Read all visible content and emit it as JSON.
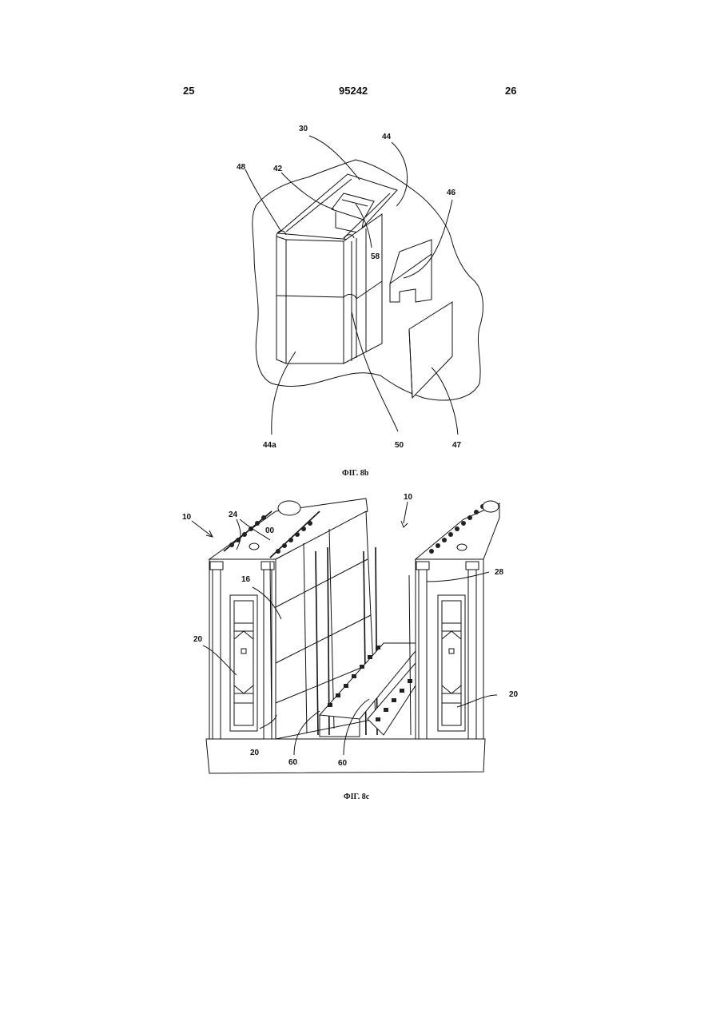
{
  "header": {
    "page_left": "25",
    "doc_number": "95242",
    "page_right": "26"
  },
  "figure_8b": {
    "caption": "ФIГ. 8b",
    "labels": {
      "l30": "30",
      "l44": "44",
      "l48": "48",
      "l42": "42",
      "l46": "46",
      "l58": "58",
      "l44a": "44a",
      "l50": "50",
      "l47": "47"
    }
  },
  "figure_8c": {
    "caption": "ФIГ. 8c",
    "labels": {
      "l10_left": "10",
      "l24": "24",
      "l00": "00",
      "l10_right": "10",
      "l16": "16",
      "l28": "28",
      "l20_left": "20",
      "l20_right": "20",
      "l20_bottom": "20",
      "l60_a": "60",
      "l60_b": "60"
    }
  }
}
